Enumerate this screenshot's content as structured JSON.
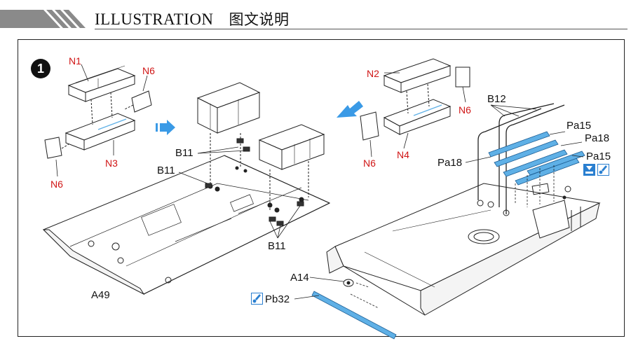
{
  "header": {
    "title_en": "ILLUSTRATION",
    "title_cn": "图文说明"
  },
  "step": {
    "number": "1"
  },
  "labels": {
    "n1": "N1",
    "n6_top": "N6",
    "n3": "N3",
    "n6_left": "N6",
    "b11_upper": "B11",
    "b11_left": "B11",
    "b11_lower": "B11",
    "a49": "A49",
    "n2": "N2",
    "n6_right": "N6",
    "n6_lower": "N6",
    "n4": "N4",
    "b12": "B12",
    "pa15_top": "Pa15",
    "pa18_right": "Pa18",
    "pa15_right": "Pa15",
    "pa18_left": "Pa18",
    "a14": "A14",
    "pb32": "Pb32"
  },
  "colors": {
    "part_label": "#d01515",
    "callout": "#111111",
    "etch_part": "#5fb0e6",
    "arrow": "#3a9ae6",
    "icon": "#2a7fd0"
  },
  "icons": [
    "arrow-right-icon",
    "arrow-left-icon",
    "paint-brush-icon",
    "glue-icon"
  ]
}
